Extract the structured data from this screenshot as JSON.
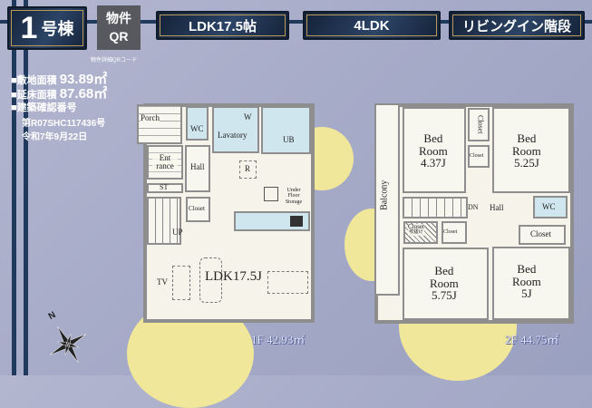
{
  "header": {
    "building_number": "1",
    "building_suffix": "号棟",
    "qr_label_line1": "物件",
    "qr_label_line2": "QR",
    "qr_caption": "物件詳細QRコード",
    "tags": [
      "LDK17.5帖",
      "4LDK",
      "リビングイン階段"
    ]
  },
  "info": {
    "land_area_label": "■敷地面積",
    "land_area_value": "93.89㎡",
    "floor_area_label": "■延床面積",
    "floor_area_value": "87.68㎡",
    "permit_label": "■建築確認番号",
    "permit_number": "第R07SHC117436号",
    "permit_date": "令和7年9月22日"
  },
  "floor1": {
    "area_label": "1F 42.93㎡",
    "rooms": {
      "porch": "Porch",
      "wc": "WC",
      "lavatory": "Lavatory",
      "w": "W",
      "ub": "UB",
      "entrance": "Ent rance",
      "hall": "Hall",
      "st": "ST",
      "r": "R",
      "storage": "Under Floor Storage",
      "closet": "Closet",
      "up": "UP",
      "ldk": "LDK17.5J",
      "tv": "TV"
    }
  },
  "floor2": {
    "area_label": "2F 44.75㎡",
    "rooms": {
      "balcony": "Balcony",
      "bed1_a": "Bed",
      "bed1_b": "Room",
      "bed1_c": "4.37J",
      "closet1": "Closet",
      "closet2": "Closet",
      "bed2_a": "Bed",
      "bed2_b": "Room",
      "bed2_c": "5.25J",
      "dn": "DN",
      "hall": "Hall",
      "wc": "WC",
      "closet3": "Closet",
      "closet3_sub": "吹抜け",
      "closet4": "Closet",
      "closet5": "Closet",
      "bed3_a": "Bed",
      "bed3_b": "Room",
      "bed3_c": "5.75J",
      "bed4_a": "Bed",
      "bed4_b": "Room",
      "bed4_c": "5J"
    }
  },
  "compass": {
    "north": "N"
  }
}
